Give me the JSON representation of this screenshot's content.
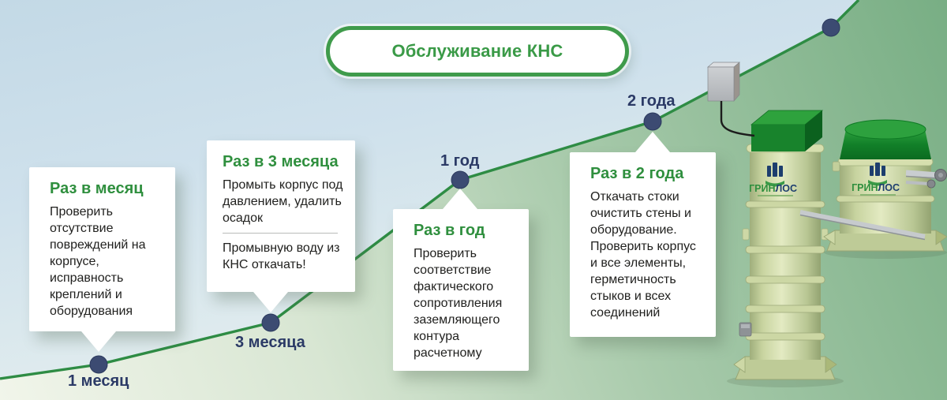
{
  "title": "Обслуживание КНС",
  "brand": {
    "icon": "buildings-icon",
    "green_part": "ГРИН",
    "blue_part": "ЛОС"
  },
  "timeline": {
    "points": [
      {
        "label": "1 месяц"
      },
      {
        "label": "3 месяца"
      },
      {
        "label": "1 год"
      },
      {
        "label": "2 года"
      },
      {
        "label": ""
      }
    ]
  },
  "callouts": [
    {
      "header": "Раз в месяц",
      "body": "Проверить отсутствие повреждений на корпусе, исправность креплений и оборудования"
    },
    {
      "header": "Раз в 3 месяца",
      "body": "Промыть корпус под давлением, удалить осадок",
      "note": "Промывную воду из КНС откачать!"
    },
    {
      "header": "Раз в год",
      "body": "Проверить соответствие фактического сопротивления заземляющего контура расчетному"
    },
    {
      "header": "Раз в 2 года",
      "body": "Откачать стоки очистить стены и оборудование. Проверить корпус и все элементы, герметичность стыков и всех соединений"
    }
  ],
  "colors": {
    "line_green": "#2e8c44",
    "dot_navy": "#3c4b72",
    "header_green": "#2f8f3e",
    "label_navy": "#2b3a66",
    "pill_border_green": "#3f9b4b",
    "tank_body": "#d6dfae",
    "lid_green": "#18832c",
    "sky_blue": "#cfe1ec",
    "hill_green": "#78ae84"
  }
}
